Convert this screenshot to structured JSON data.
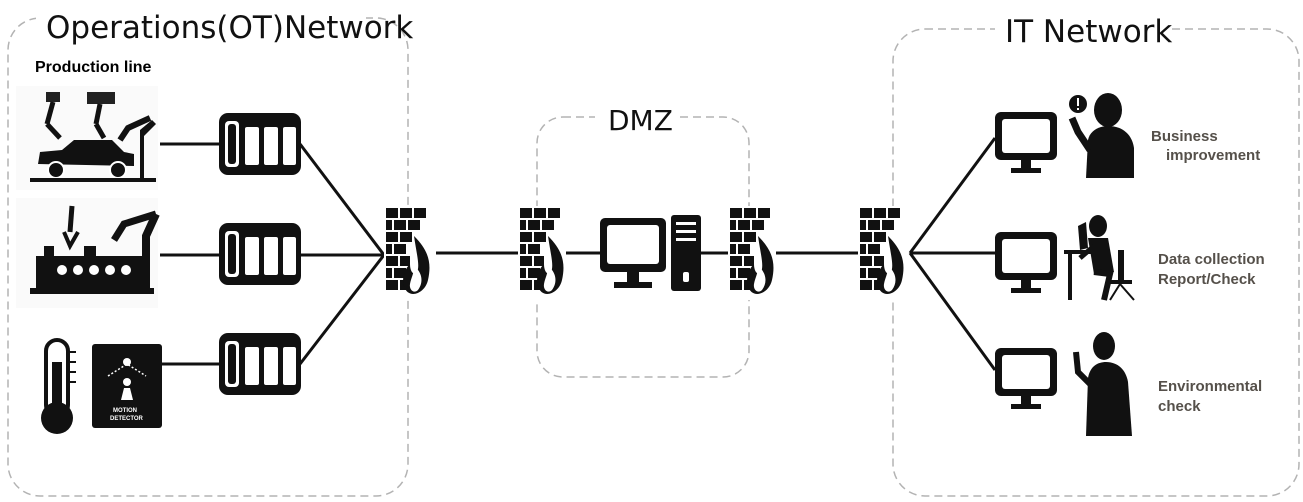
{
  "zones": {
    "ot": {
      "title": "Operations(OT)Network",
      "subtitle": "Production line"
    },
    "dmz": {
      "title": "DMZ"
    },
    "it": {
      "title": "IT Network"
    }
  },
  "sensor": {
    "motion_line1": "MOTION",
    "motion_line2": "DETECTOR"
  },
  "it_roles": [
    {
      "line1": "Business",
      "line2": "improvement"
    },
    {
      "line1": "Data collection",
      "line2": "Report/Check"
    },
    {
      "line1": "Environmental",
      "line2": "check"
    }
  ],
  "icons": {
    "server": "server-icon",
    "firewall": "firewall-icon",
    "monitor": "monitor-icon",
    "desktop": "desktop-computer-icon",
    "person": "person-silhouette-icon"
  }
}
